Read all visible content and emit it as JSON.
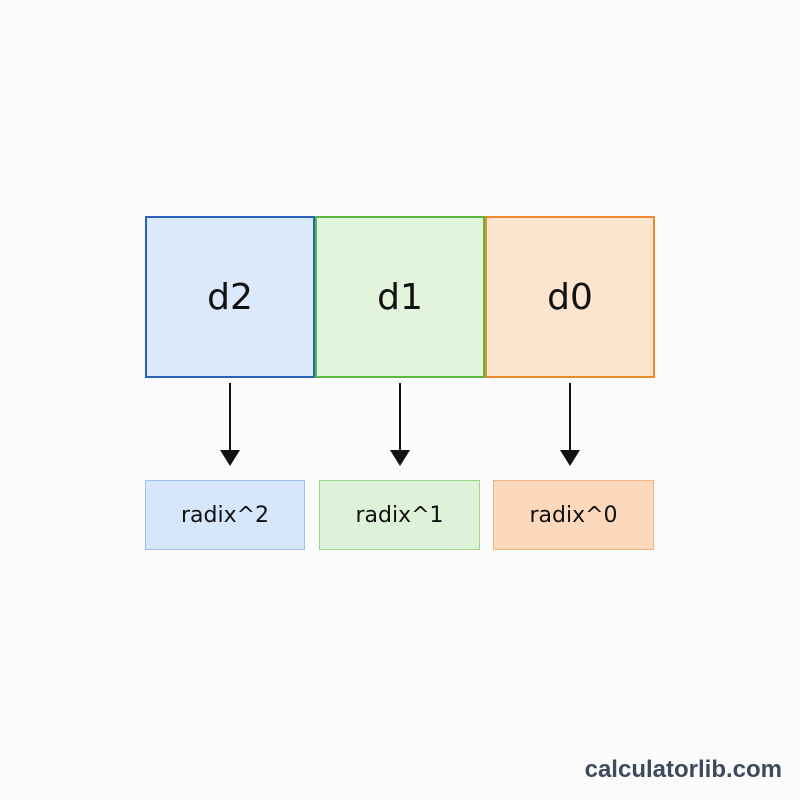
{
  "digits": [
    {
      "label": "d2",
      "fill": "#dce9fb",
      "stroke": "#2b63b8"
    },
    {
      "label": "d1",
      "fill": "#e2f4dc",
      "stroke": "#5cb845"
    },
    {
      "label": "d0",
      "fill": "#fde5cf",
      "stroke": "#ea8a2c"
    }
  ],
  "weights": [
    {
      "label": "radix^2",
      "fill": "#d6e6fb",
      "stroke": "#9ec0ef"
    },
    {
      "label": "radix^1",
      "fill": "#def2d9",
      "stroke": "#9fd68e"
    },
    {
      "label": "radix^0",
      "fill": "#fcd9bc",
      "stroke": "#f2b37c"
    }
  ],
  "arrow_color": "#111111",
  "watermark": "calculatorlib.com"
}
